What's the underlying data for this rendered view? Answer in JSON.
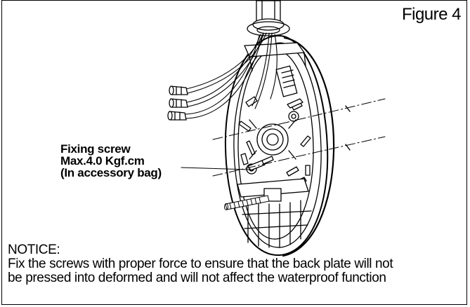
{
  "figure": {
    "title": "Figure 4"
  },
  "callout": {
    "line1": "Fixing screw",
    "line2": "Max.4.0 Kgf.cm",
    "line3": "(In accessory bag)"
  },
  "notice": {
    "heading": "NOTICE:",
    "line1": "Fix the screws with proper force to ensure that the back plate will not",
    "line2": "be pressed into deformed and will not affect the waterproof function"
  }
}
